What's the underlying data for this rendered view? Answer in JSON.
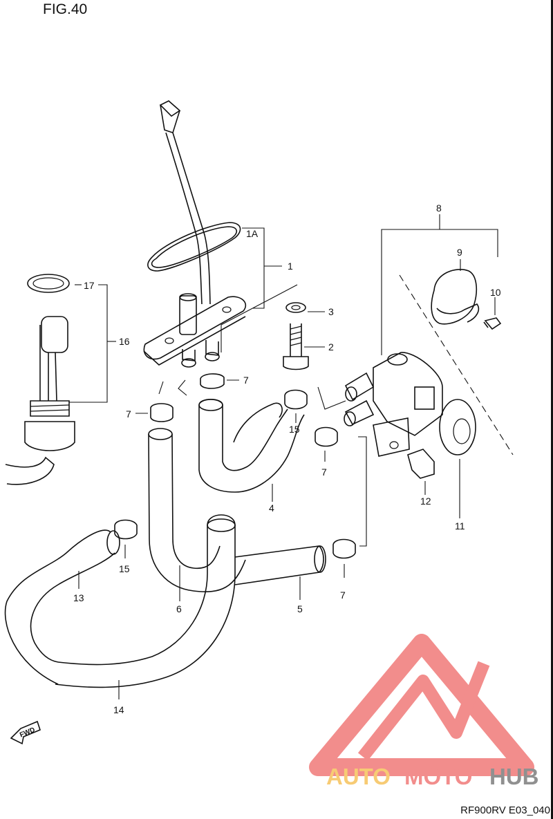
{
  "figure": {
    "title": "FIG.40",
    "reference_code": "RF900RV E03_040"
  },
  "callouts": {
    "c1": "1",
    "c1a": "1A",
    "c2": "2",
    "c3": "3",
    "c4": "4",
    "c5": "5",
    "c6": "6",
    "c7": "7",
    "c8": "8",
    "c9": "9",
    "c10": "10",
    "c11": "11",
    "c12": "12",
    "c13": "13",
    "c14": "14",
    "c15": "15",
    "c16": "16",
    "c17": "17"
  },
  "fwd_arrow": {
    "label": "FWD"
  },
  "watermark": {
    "icon": "triangle-logo-icon",
    "word_a": "AUTO",
    "word_b": "MOTO",
    "word_c": "HUB",
    "colors": {
      "red": "#f07a78",
      "yellow": "#f6c35c",
      "gray": "#8a8a8a"
    }
  }
}
